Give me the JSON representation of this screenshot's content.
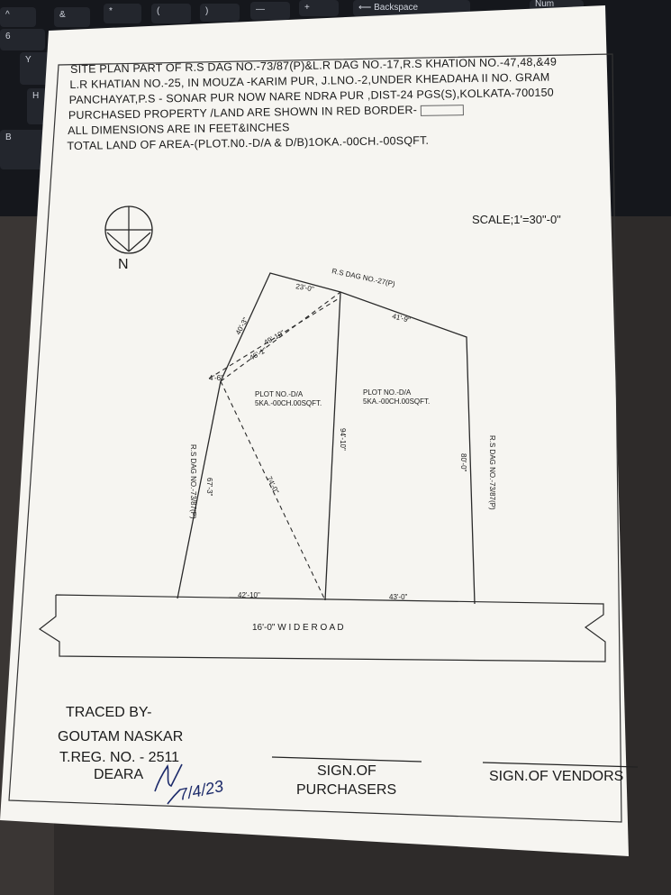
{
  "header": {
    "line1": "SITE PLAN PART OF R.S DAG NO.-73/87(P)&L.R DAG NO.-17,R.S KHATION  NO.-47,48,&49",
    "line2": "L.R KHATIAN NO.-25,  IN MOUZA -KARIM PUR, J.LNO.-2,UNDER KHEADAHA II NO. GRAM",
    "line3": "PANCHAYAT,P.S -  SONAR PUR NOW  NARE NDRA PUR ,DIST-24 PGS(S),KOLKATA-700150",
    "line4": "PURCHASED PROPERTY /LAND ARE SHOWN IN RED BORDER-",
    "line5": "ALL DIMENSIONS ARE IN FEET&INCHES",
    "line6": "TOTAL LAND OF AREA-(PLOT.N0.-D/A & D/B)1OKA.-00CH.-00SQFT."
  },
  "scale": "SCALE;1'=30\"-0\"",
  "compass": {
    "label": "N"
  },
  "plan": {
    "top_boundary": "R.S DAG NO.-27(P)",
    "left_boundary": "R.S DAG NO.-73/87(P)",
    "right_boundary": "R.S DAG NO.-73/87(P)",
    "dims": {
      "top_left": "23'-0\"",
      "top_right": "41'-9\"",
      "upper_left": "40'-3\"",
      "diag_a": "49'-10\"",
      "diag_b": "46'-1\"",
      "corner": "4'-6\"",
      "left_side": "67'-3\"",
      "long_diag": "74'-0\"",
      "middle": "94'-10\"",
      "right_side": "80'-0\"",
      "bottom_left": "42'-10\"",
      "bottom_right": "43'-0\""
    },
    "plot_left": {
      "name": "PLOT NO.-D/A",
      "area": "5KA.-00CH.00SQFT."
    },
    "plot_right": {
      "name": "PLOT NO.-D/A",
      "area": "5KA.-00CH.00SQFT."
    },
    "road": "16'-0\"  W I D E  R O A D"
  },
  "footer": {
    "traced_by": "TRACED BY-",
    "name": "GOUTAM NASKAR",
    "reg": "T.REG. NO. - 2511",
    "place": "DEARA",
    "signed_date": "7/4/23",
    "purchasers_line1": "SIGN.OF",
    "purchasers_line2": "PURCHASERS",
    "vendors": "SIGN.OF VENDORS"
  },
  "keyboard": {
    "row1": [
      "^",
      "&",
      "*",
      "(",
      ")",
      "—",
      "+",
      "⟵ Backspace",
      "Num"
    ],
    "row2": [
      "6"
    ],
    "row3": [
      "Y"
    ],
    "row4": [
      "H"
    ],
    "row5": [
      "B"
    ]
  }
}
